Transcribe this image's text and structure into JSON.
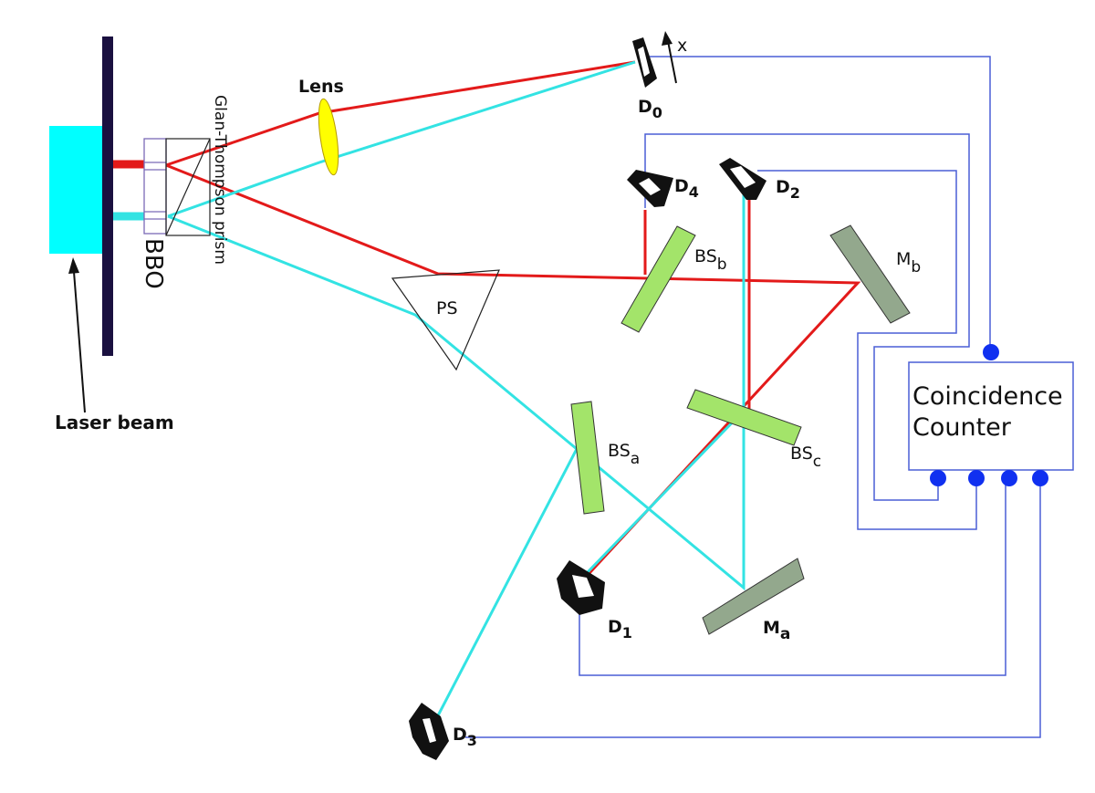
{
  "labels": {
    "lens": "Lens",
    "bbo": "BBO",
    "prism": "Glan-Thompson prism",
    "laser": "Laser beam",
    "ps": "PS",
    "counter_line1": "Coincidence",
    "counter_line2": "Counter",
    "x_axis": "x",
    "d0": {
      "base": "D",
      "sub": "0"
    },
    "d1": {
      "base": "D",
      "sub": "1"
    },
    "d2": {
      "base": "D",
      "sub": "2"
    },
    "d3": {
      "base": "D",
      "sub": "3"
    },
    "d4": {
      "base": "D",
      "sub": "4"
    },
    "bsa": {
      "base": "BS",
      "sub": "a"
    },
    "bsb": {
      "base": "BS",
      "sub": "b"
    },
    "bsc": {
      "base": "BS",
      "sub": "c"
    },
    "ma": {
      "base": "M",
      "sub": "a"
    },
    "mb": {
      "base": "M",
      "sub": "b"
    }
  },
  "colors": {
    "laser_block": "#00ffff",
    "red_beam": "#e31a1a",
    "cyan_beam": "#33e3e3",
    "wire": "#4a5fd6",
    "terminal": "#1030f0",
    "beam_splitter": "#a3e46a",
    "mirror": "#93a88d",
    "lens": "#ffff00",
    "detector": "#111111",
    "mount": "#1a1040"
  }
}
